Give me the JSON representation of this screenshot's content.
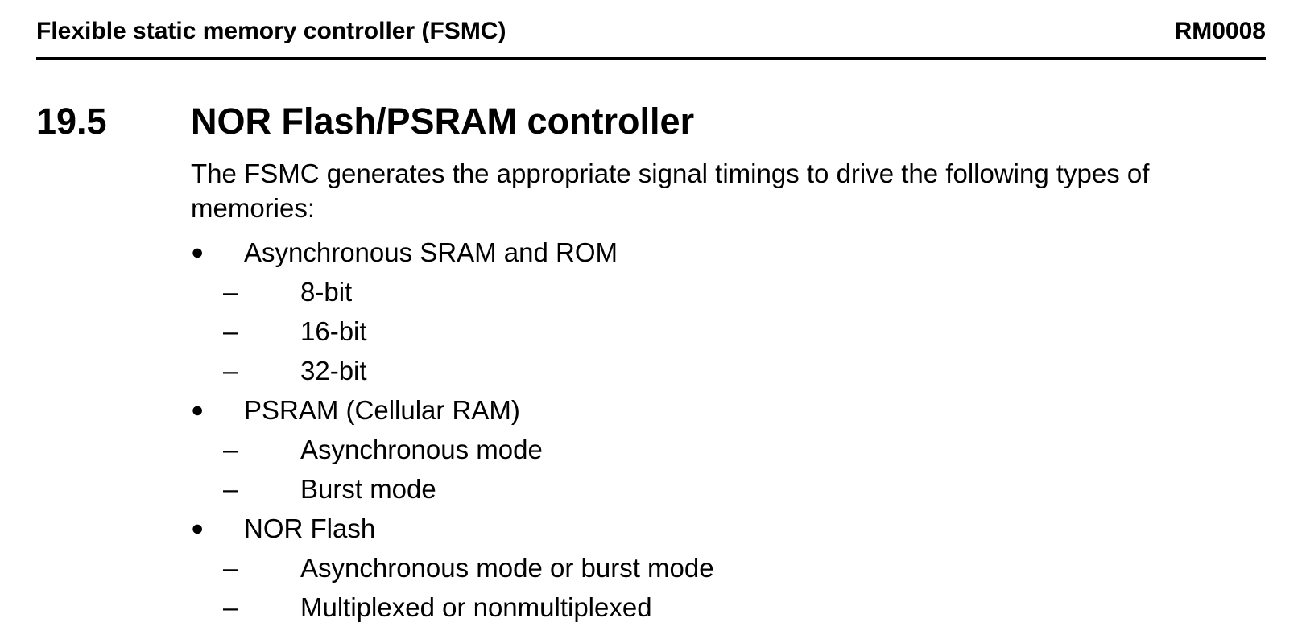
{
  "page": {
    "header": {
      "left_title": "Flexible static memory controller (FSMC)",
      "right_doc_ref": "RM0008"
    },
    "section": {
      "number": "19.5",
      "title": "NOR Flash/PSRAM controller"
    },
    "intro": "The FSMC generates the appropriate signal timings to drive the following types of memories:",
    "list": {
      "bullet_glyph": "●",
      "dash_glyph": "–",
      "items": [
        {
          "label": "Asynchronous SRAM and ROM",
          "children": [
            "8-bit",
            "16-bit",
            "32-bit"
          ]
        },
        {
          "label": "PSRAM (Cellular RAM)",
          "children": [
            "Asynchronous mode",
            "Burst mode"
          ]
        },
        {
          "label": "NOR Flash",
          "children": [
            "Asynchronous mode or burst mode",
            "Multiplexed or nonmultiplexed"
          ]
        }
      ]
    },
    "colors": {
      "text": "#000000",
      "background": "#ffffff"
    }
  }
}
